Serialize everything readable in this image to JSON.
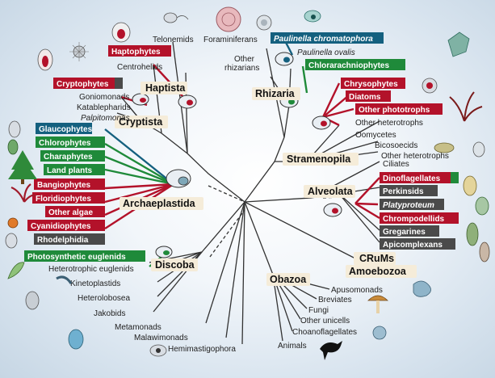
{
  "groups": {
    "haptista": "Haptista",
    "cryptista": "Cryptista",
    "archaeplastida": "Archaeplastida",
    "rhizaria": "Rhizaria",
    "stramenopila": "Stramenopila",
    "alveolata": "Alveolata",
    "discoba": "Discoba",
    "obazoa": "Obazoa",
    "crums": "CRuMs",
    "amoebozoa": "Amoebozoa"
  },
  "boxes": {
    "haptophytes": "Haptophytes",
    "cryptophytes": "Cryptophytes",
    "glaucophytes": "Glaucophytes",
    "chlorophytes": "Chlorophytes",
    "charaphytes": "Charaphytes",
    "land_plants": "Land plants",
    "bangiophytes": "Bangiophytes",
    "floridiophytes": "Floridiophytes",
    "other_algae": "Other algae",
    "cyanidiophytes": "Cyanidiophytes",
    "rhodelphidia": "Rhodelphidia",
    "paulinella_chromatophora": "Paulinella chromatophora",
    "chlorarachniophytes": "Chlorarachniophytes",
    "chrysophytes": "Chrysophytes",
    "diatoms": "Diatoms",
    "other_phototrophs": "Other phototrophs",
    "dinoflagellates": "Dinoflagellates",
    "perkinsids": "Perkinsids",
    "platyproteum": "Platyproteum",
    "chrompodellids": "Chrompodellids",
    "gregarines": "Gregarines",
    "apicomplexans": "Apicomplexans",
    "photosynthetic_euglenids": "Photosynthetic euglenids"
  },
  "labels": {
    "telonemids": "Telonemids",
    "centrohelids": "Centrohelids",
    "goniomonads": "Goniomonads",
    "katablepharids": "Katablepharids",
    "palpitomonas": "Palpitomonas",
    "foraminiferans": "Foraminiferans",
    "paulinella_ovalis": "Paulinella ovalis",
    "other_rhizarians_1": "Other",
    "other_rhizarians_2": "rhizarians",
    "other_heterotrophs_a": "Other heterotrophs",
    "oomycetes": "Oomycetes",
    "bicosoecids": "Bicosoecids",
    "other_heterotrophs_b": "Other heterotrophs",
    "ciliates": "Ciliates",
    "heterotrophic_euglenids": "Heterotrophic euglenids",
    "kinetoplastids": "Kinetoplastids",
    "heterolobosea": "Heterolobosea",
    "jakobids": "Jakobids",
    "metamonads": "Metamonads",
    "malawimonads": "Malawimonads",
    "hemimastigophora": "Hemimastigophora",
    "apusomonads": "Apusomonads",
    "breviates": "Breviates",
    "fungi": "Fungi",
    "other_unicells": "Other unicells",
    "choanoflagellates": "Choanoflagellates",
    "animals": "Animals"
  },
  "colors": {
    "red": "#b3122a",
    "green": "#1f8a3a",
    "blue": "#14607f",
    "gray": "#4a4a4a",
    "line": "#333333"
  }
}
